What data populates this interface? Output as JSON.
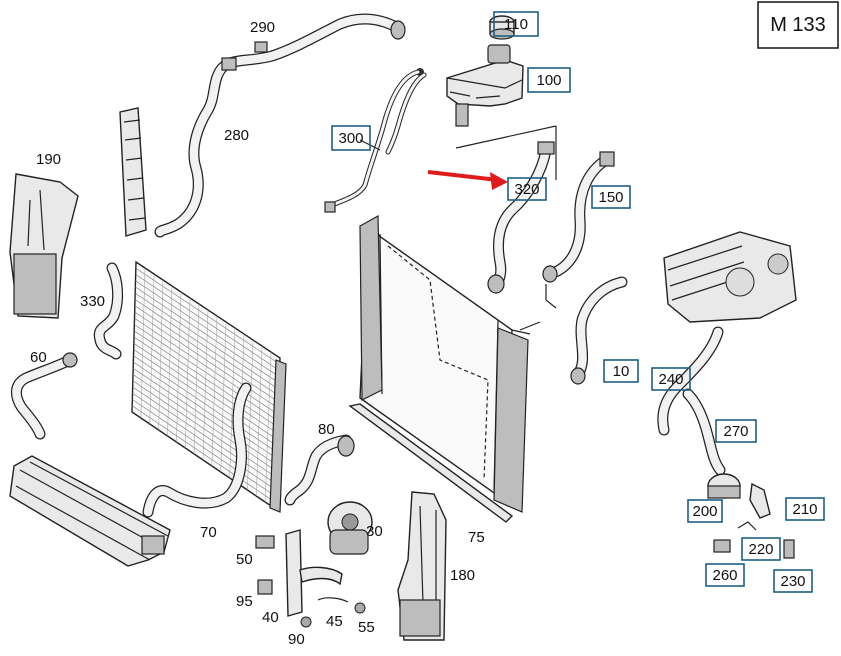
{
  "diagram": {
    "model_code": "M 133",
    "arrow_color": "#e01b1b",
    "box_color": "#1d5f86",
    "callouts": [
      {
        "id": "110",
        "text": "110",
        "boxed": true
      },
      {
        "id": "100",
        "text": "100",
        "boxed": true
      },
      {
        "id": "290",
        "text": "290",
        "boxed": false
      },
      {
        "id": "280",
        "text": "280",
        "boxed": false
      },
      {
        "id": "300",
        "text": "300",
        "boxed": true
      },
      {
        "id": "190",
        "text": "190",
        "boxed": false
      },
      {
        "id": "320",
        "text": "320",
        "boxed": true
      },
      {
        "id": "150",
        "text": "150",
        "boxed": true
      },
      {
        "id": "330",
        "text": "330",
        "boxed": false
      },
      {
        "id": "60",
        "text": "60",
        "boxed": false
      },
      {
        "id": "10",
        "text": "10",
        "boxed": true
      },
      {
        "id": "240",
        "text": "240",
        "boxed": true
      },
      {
        "id": "270",
        "text": "270",
        "boxed": true
      },
      {
        "id": "80",
        "text": "80",
        "boxed": false
      },
      {
        "id": "70",
        "text": "70",
        "boxed": false
      },
      {
        "id": "30",
        "text": "30",
        "boxed": false
      },
      {
        "id": "75",
        "text": "75",
        "boxed": false
      },
      {
        "id": "200",
        "text": "200",
        "boxed": true
      },
      {
        "id": "210",
        "text": "210",
        "boxed": true
      },
      {
        "id": "220",
        "text": "220",
        "boxed": true
      },
      {
        "id": "260",
        "text": "260",
        "boxed": true
      },
      {
        "id": "230",
        "text": "230",
        "boxed": true
      },
      {
        "id": "50",
        "text": "50",
        "boxed": false
      },
      {
        "id": "180",
        "text": "180",
        "boxed": false
      },
      {
        "id": "95",
        "text": "95",
        "boxed": false
      },
      {
        "id": "40",
        "text": "40",
        "boxed": false
      },
      {
        "id": "45",
        "text": "45",
        "boxed": false
      },
      {
        "id": "55",
        "text": "55",
        "boxed": false
      },
      {
        "id": "90",
        "text": "90",
        "boxed": false
      }
    ]
  }
}
